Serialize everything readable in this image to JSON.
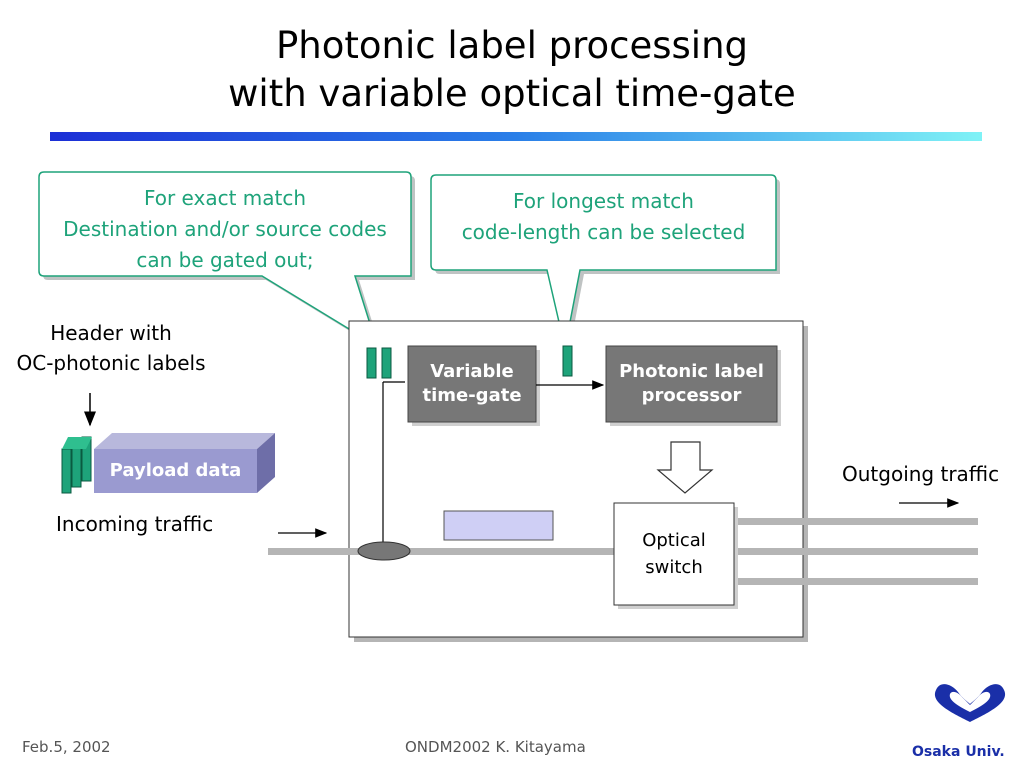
{
  "title": {
    "line1": "Photonic label processing",
    "line2": "with variable optical time-gate"
  },
  "callouts": {
    "exact_match": {
      "line1": "For exact match",
      "line2": "Destination and/or source codes",
      "line3": "can be gated out;"
    },
    "longest_match": {
      "line1": "For longest match",
      "line2": "code-length can be selected"
    }
  },
  "labels": {
    "header_line1": "Header with",
    "header_line2": "OC-photonic labels",
    "payload": "Payload data",
    "incoming": "Incoming traffic",
    "outgoing": "Outgoing traffic"
  },
  "boxes": {
    "time_gate_line1": "Variable",
    "time_gate_line2": "time-gate",
    "processor_line1": "Photonic label",
    "processor_line2": "processor",
    "switch_line1": "Optical",
    "switch_line2": "switch"
  },
  "footer": {
    "date": "Feb.5, 2002",
    "conference": "ONDM2002  K. Kitayama"
  },
  "logo": {
    "text": "Osaka Univ."
  },
  "colors": {
    "accent_green": "#1ea37a",
    "box_gray": "#777777",
    "payload_purple": "#9a9ad0",
    "logo_blue": "#1a2fa8"
  }
}
